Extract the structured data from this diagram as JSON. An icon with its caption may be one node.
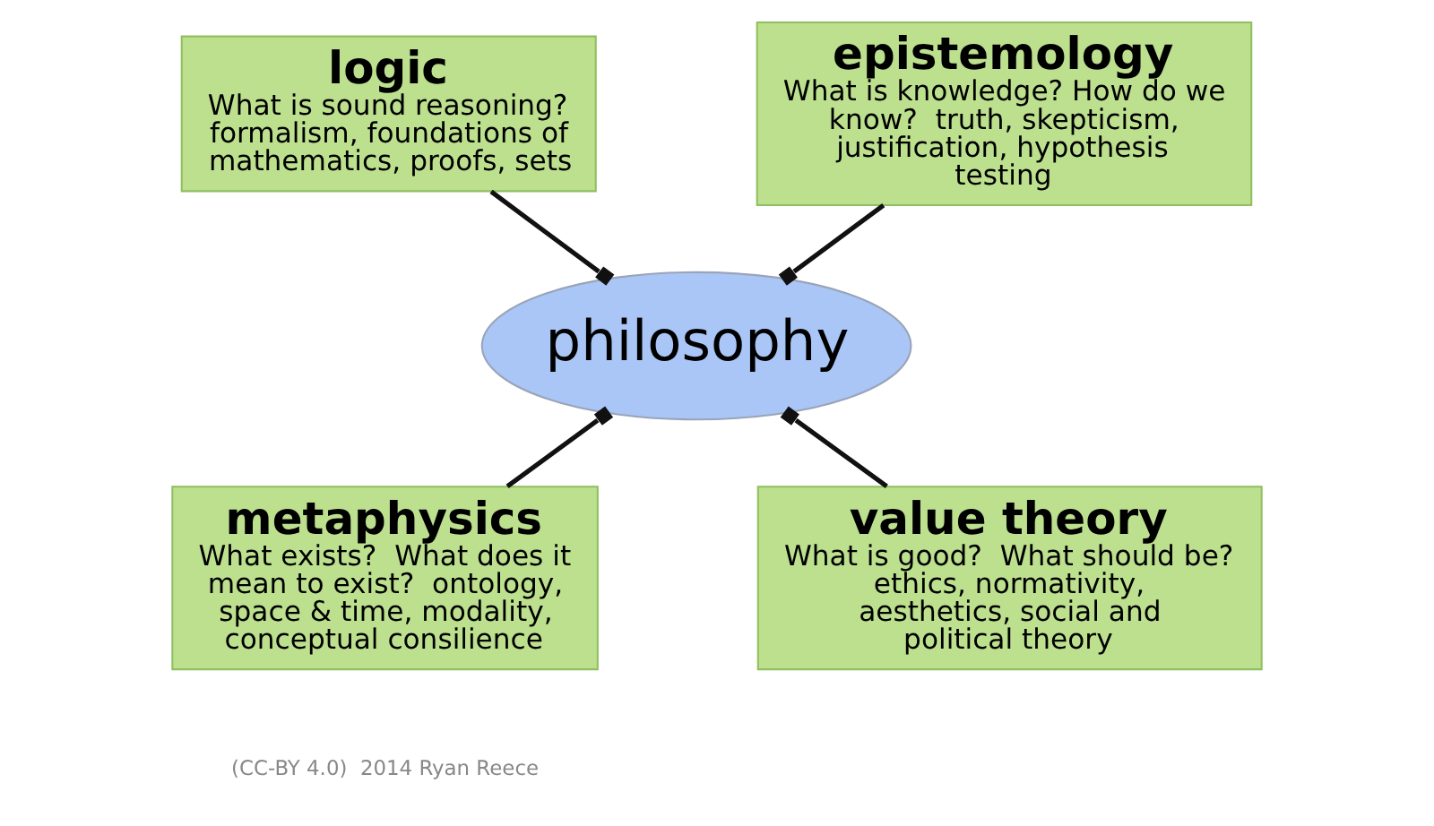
{
  "diagram": {
    "nodes": [
      {
        "text": [
          "logic",
          "What is sound reasoning? formalism, foundations of mathematics, proofs, sets"
        ]
      },
      {
        "text": [
          "epistemology",
          "What is knowledge? How do we know?  truth, skepticism, justification, hypothesis testing"
        ]
      },
      {
        "text": [
          "philosophy"
        ]
      },
      {
        "text": [
          "metaphysics",
          "What exists?  What does it mean to exist?  ontology, space & time, modality, conceptual consilience"
        ]
      },
      {
        "text": [
          "value theory",
          "What is good?  What should be? ethics, normativity, aesthetics, social and political theory"
        ]
      }
    ],
    "edges": [
      {
        "from": 2,
        "to": 0,
        "arrow": "other"
      },
      {
        "from": 2,
        "to": 1,
        "arrow": "other"
      },
      {
        "from": 2,
        "to": 3,
        "arrow": "other"
      },
      {
        "from": 2,
        "to": 4,
        "arrow": "other"
      }
    ],
    "labels": [
      "(CC-BY 4.0)  2014 Ryan Reece"
    ]
  }
}
